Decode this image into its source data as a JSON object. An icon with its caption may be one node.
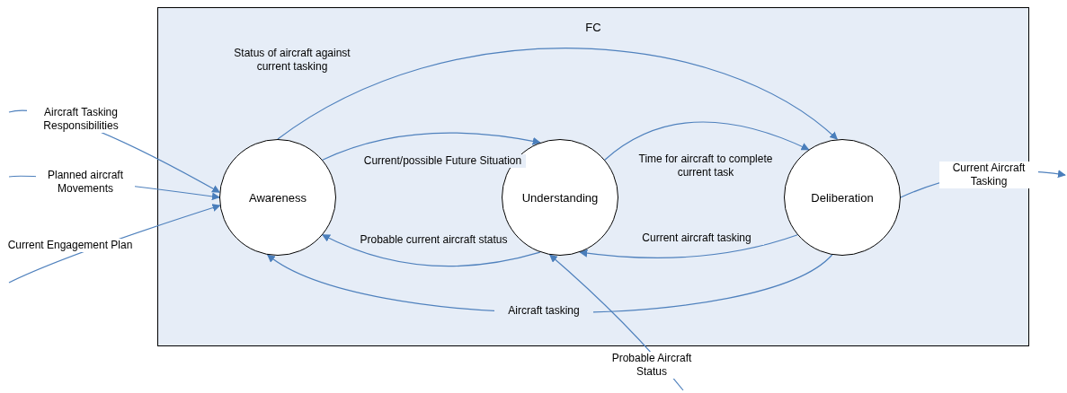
{
  "diagram": {
    "nodes": [
      {
        "text": [
          "FC"
        ]
      },
      {
        "text": [
          "Awareness"
        ],
        "in": 0
      },
      {
        "text": [
          "Understanding"
        ],
        "in": 0
      },
      {
        "text": [
          "Deliberation"
        ],
        "in": 0
      }
    ],
    "edges": [
      {
        "from": null,
        "to": 1,
        "arrow": "to",
        "label": "Aircraft Tasking Responsibilities"
      },
      {
        "from": null,
        "to": 1,
        "arrow": "to",
        "label": "Planned aircraft Movements"
      },
      {
        "from": null,
        "to": 1,
        "arrow": "to",
        "label": "Current Engagement Plan"
      },
      {
        "from": 1,
        "to": 3,
        "arrow": "to",
        "label": "Status of aircraft against current tasking"
      },
      {
        "from": 1,
        "to": 2,
        "arrow": "to",
        "label": "Current/possible Future Situation"
      },
      {
        "from": 2,
        "to": 3,
        "arrow": "to",
        "label": "Time for aircraft to complete current task"
      },
      {
        "from": 3,
        "to": 2,
        "arrow": "to",
        "label": "Current aircraft tasking"
      },
      {
        "from": 2,
        "to": 1,
        "arrow": "to",
        "label": "Probable current aircraft status"
      },
      {
        "from": 3,
        "to": 1,
        "arrow": "to",
        "label": "Aircraft tasking"
      },
      {
        "from": 3,
        "to": null,
        "arrow": "to",
        "label": "Current Aircraft Tasking"
      },
      {
        "from": null,
        "to": 2,
        "arrow": "to",
        "label": "Probable Aircraft Status"
      }
    ]
  }
}
